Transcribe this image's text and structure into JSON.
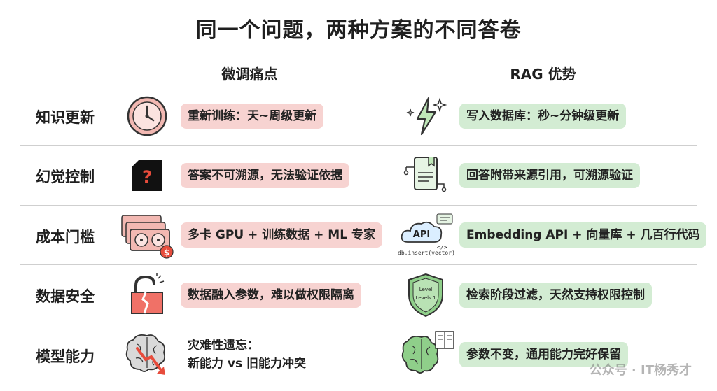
{
  "title": "同一个问题，两种方案的不同答卷",
  "columns": {
    "left": "微调痛点",
    "right": "RAG 优势"
  },
  "rows": [
    {
      "label": "知识更新",
      "left": "重新训练：天~周级更新",
      "right": "写入数据库：秒~分钟级更新",
      "left_icon": "clock-icon",
      "right_icon": "lightning-sparkle-icon"
    },
    {
      "label": "幻觉控制",
      "left": "答案不可溯源，无法验证依据",
      "right": "回答附带来源引用，可溯源验证",
      "left_icon": "question-box-icon",
      "right_icon": "document-citation-icon"
    },
    {
      "label": "成本门槛",
      "left": "多卡 GPU + 训练数据 + ML 专家",
      "right": "Embedding API + 向量库 + 几百行代码",
      "left_icon": "gpu-cards-icon",
      "right_icon": "api-cloud-icon",
      "right_icon_caption": "db.insert(vector)"
    },
    {
      "label": "数据安全",
      "left": "数据融入参数，难以做权限隔离",
      "right": "检索阶段过滤，天然支持权限控制",
      "left_icon": "broken-lock-icon",
      "right_icon": "shield-levels-icon",
      "shield_text": [
        "Level",
        "Levels 1"
      ]
    },
    {
      "label": "模型能力",
      "left_lines": [
        "灾难性遗忘：",
        "新能力 vs 旧能力冲突"
      ],
      "right": "参数不变，通用能力完好保留",
      "left_icon": "brain-decline-icon",
      "right_icon": "brain-book-icon"
    }
  ],
  "watermark": "公众号 · IT杨秀才",
  "colors": {
    "red_pill": "#f7d3d1",
    "green_pill": "#d3ecd3",
    "grid": "#cfcfcf"
  }
}
